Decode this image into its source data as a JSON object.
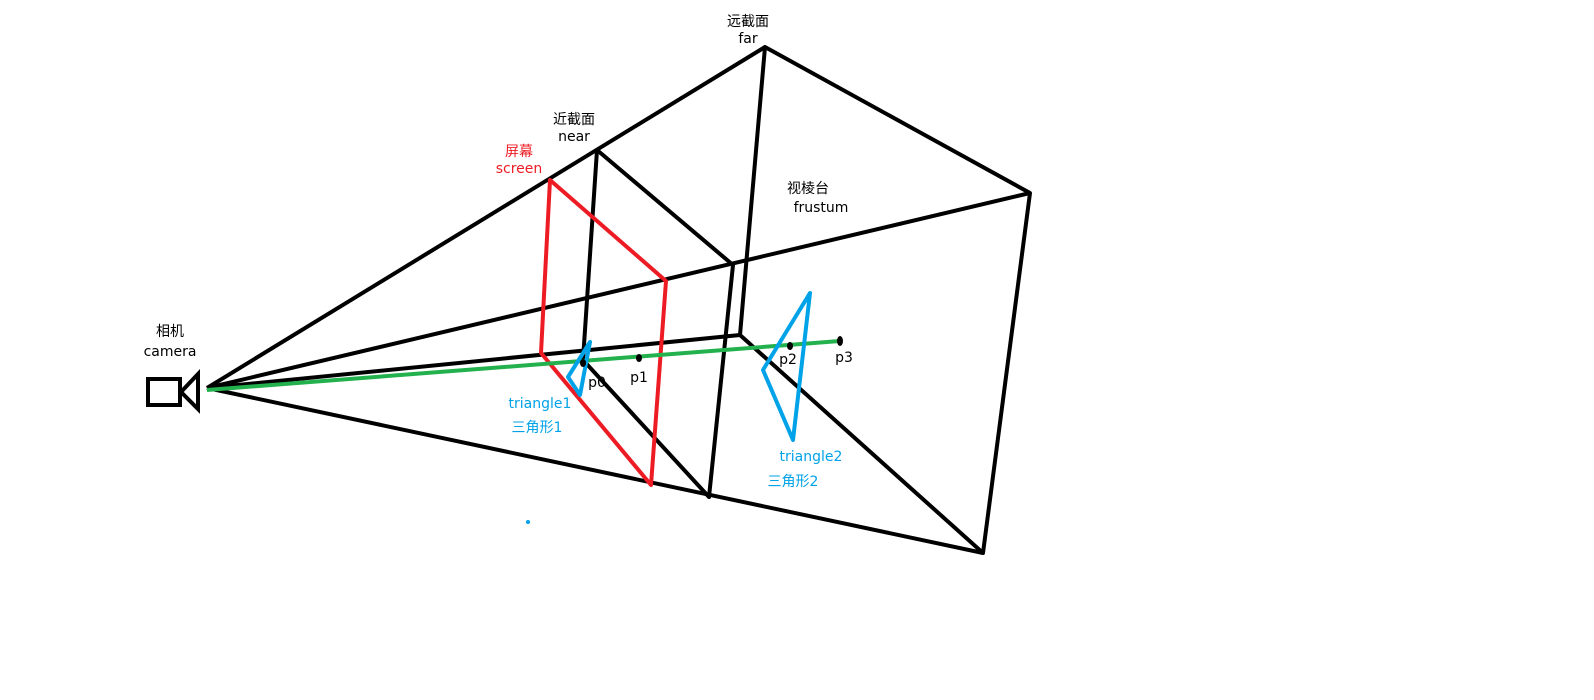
{
  "labels": {
    "far_cn": "远截面",
    "far_en": "far",
    "near_cn": "近截面",
    "near_en": "near",
    "screen_cn": "屏幕",
    "screen_en": "screen",
    "frustum_cn": "视棱台",
    "frustum_en": "frustum",
    "camera_cn": "相机",
    "camera_en": "camera",
    "triangle1_en": "triangle1",
    "triangle1_cn": "三角形1",
    "triangle2_en": "triangle2",
    "triangle2_cn": "三角形2",
    "p0": "p0",
    "p1": "p1",
    "p2": "p2",
    "p3": "p3"
  },
  "colors": {
    "frustum": "#000000",
    "screen": "#ed1c24",
    "ray": "#22b14c",
    "triangle": "#00a2e8"
  }
}
